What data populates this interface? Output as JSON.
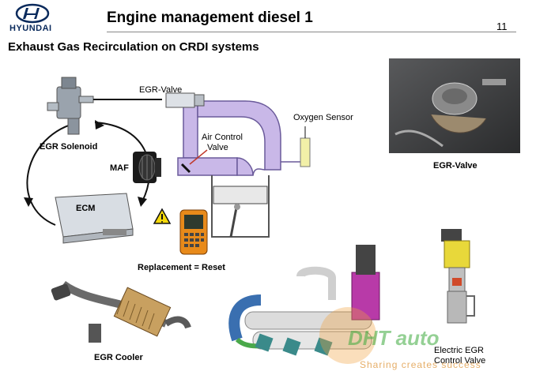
{
  "header": {
    "brand": "HYUNDAI",
    "title": "Engine management diesel 1",
    "page_number": "11"
  },
  "subtitle": "Exhaust Gas Recirculation on CRDI systems",
  "labels": {
    "egr_valve_top": "EGR-Valve",
    "egr_solenoid": "EGR Solenoid",
    "maf": "MAF",
    "air_control_valve_1": "Air Control",
    "air_control_valve_2": "Valve",
    "oxygen_sensor": "Oxygen Sensor",
    "egr_valve_photo": "EGR-Valve",
    "ecm": "ECM",
    "replacement_reset": "Replacement = Reset",
    "egr_cooler": "EGR Cooler",
    "electric_egr_1": "Electric EGR",
    "electric_egr_2": "Control Valve"
  },
  "watermark": {
    "brand": "DHT auto",
    "slogan": "Sharing creates success"
  },
  "colors": {
    "intake_pipe": "#c9b8e8",
    "pipe_outline": "#6a5a9a",
    "oxygen_sensor": "#f2f0a8",
    "piston_fill": "#e8e8e8",
    "watermark_green": "#5aaa3a",
    "watermark_orange": "#e08a2a"
  }
}
